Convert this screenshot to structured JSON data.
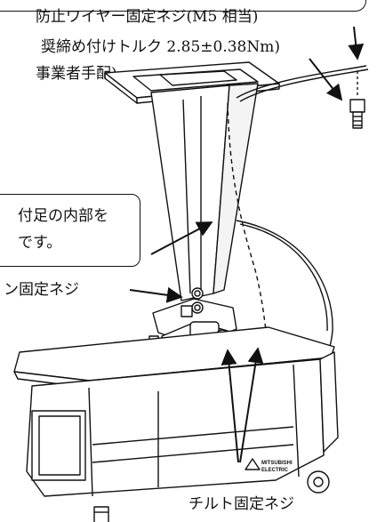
{
  "callout_top": {
    "line1": "防止ワイヤー固定ネジ(M5 相当)",
    "line2": "奨締め付けトルク 2.85±0.38Nm)",
    "line3": "事業者手配)"
  },
  "callout_mid": {
    "line1": "付足の内部を",
    "line2": "です。"
  },
  "label_pan_screw": "ン固定ネジ",
  "label_tilt_screw": "チルト固定ネジ",
  "logo_text": "MITSUBISHI ELECTRIC"
}
